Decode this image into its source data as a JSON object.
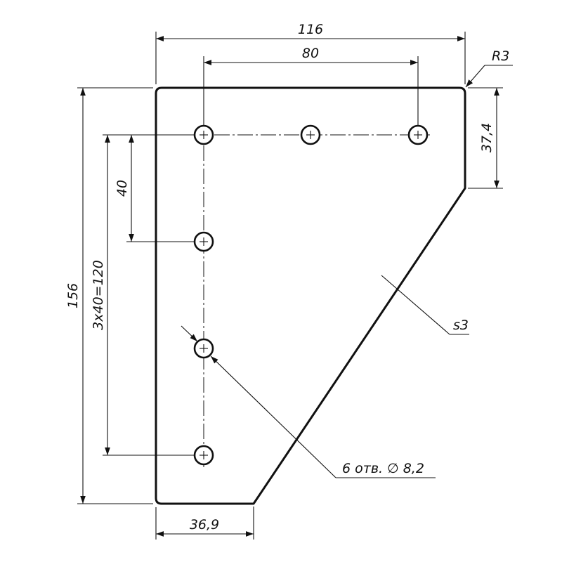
{
  "drawing": {
    "overall_width": "116",
    "hole_spacing_horizontal": "80",
    "corner_radius": "R3",
    "right_edge_height": "37,4",
    "overall_height": "156",
    "hole_pitch_vertical": "40",
    "hole_pattern_total": "3x40=120",
    "thickness": "s3",
    "holes_note": "6 отв. ∅ 8,2",
    "bottom_edge_width": "36,9",
    "colors": {
      "line": "#111111",
      "background": "#ffffff"
    }
  }
}
